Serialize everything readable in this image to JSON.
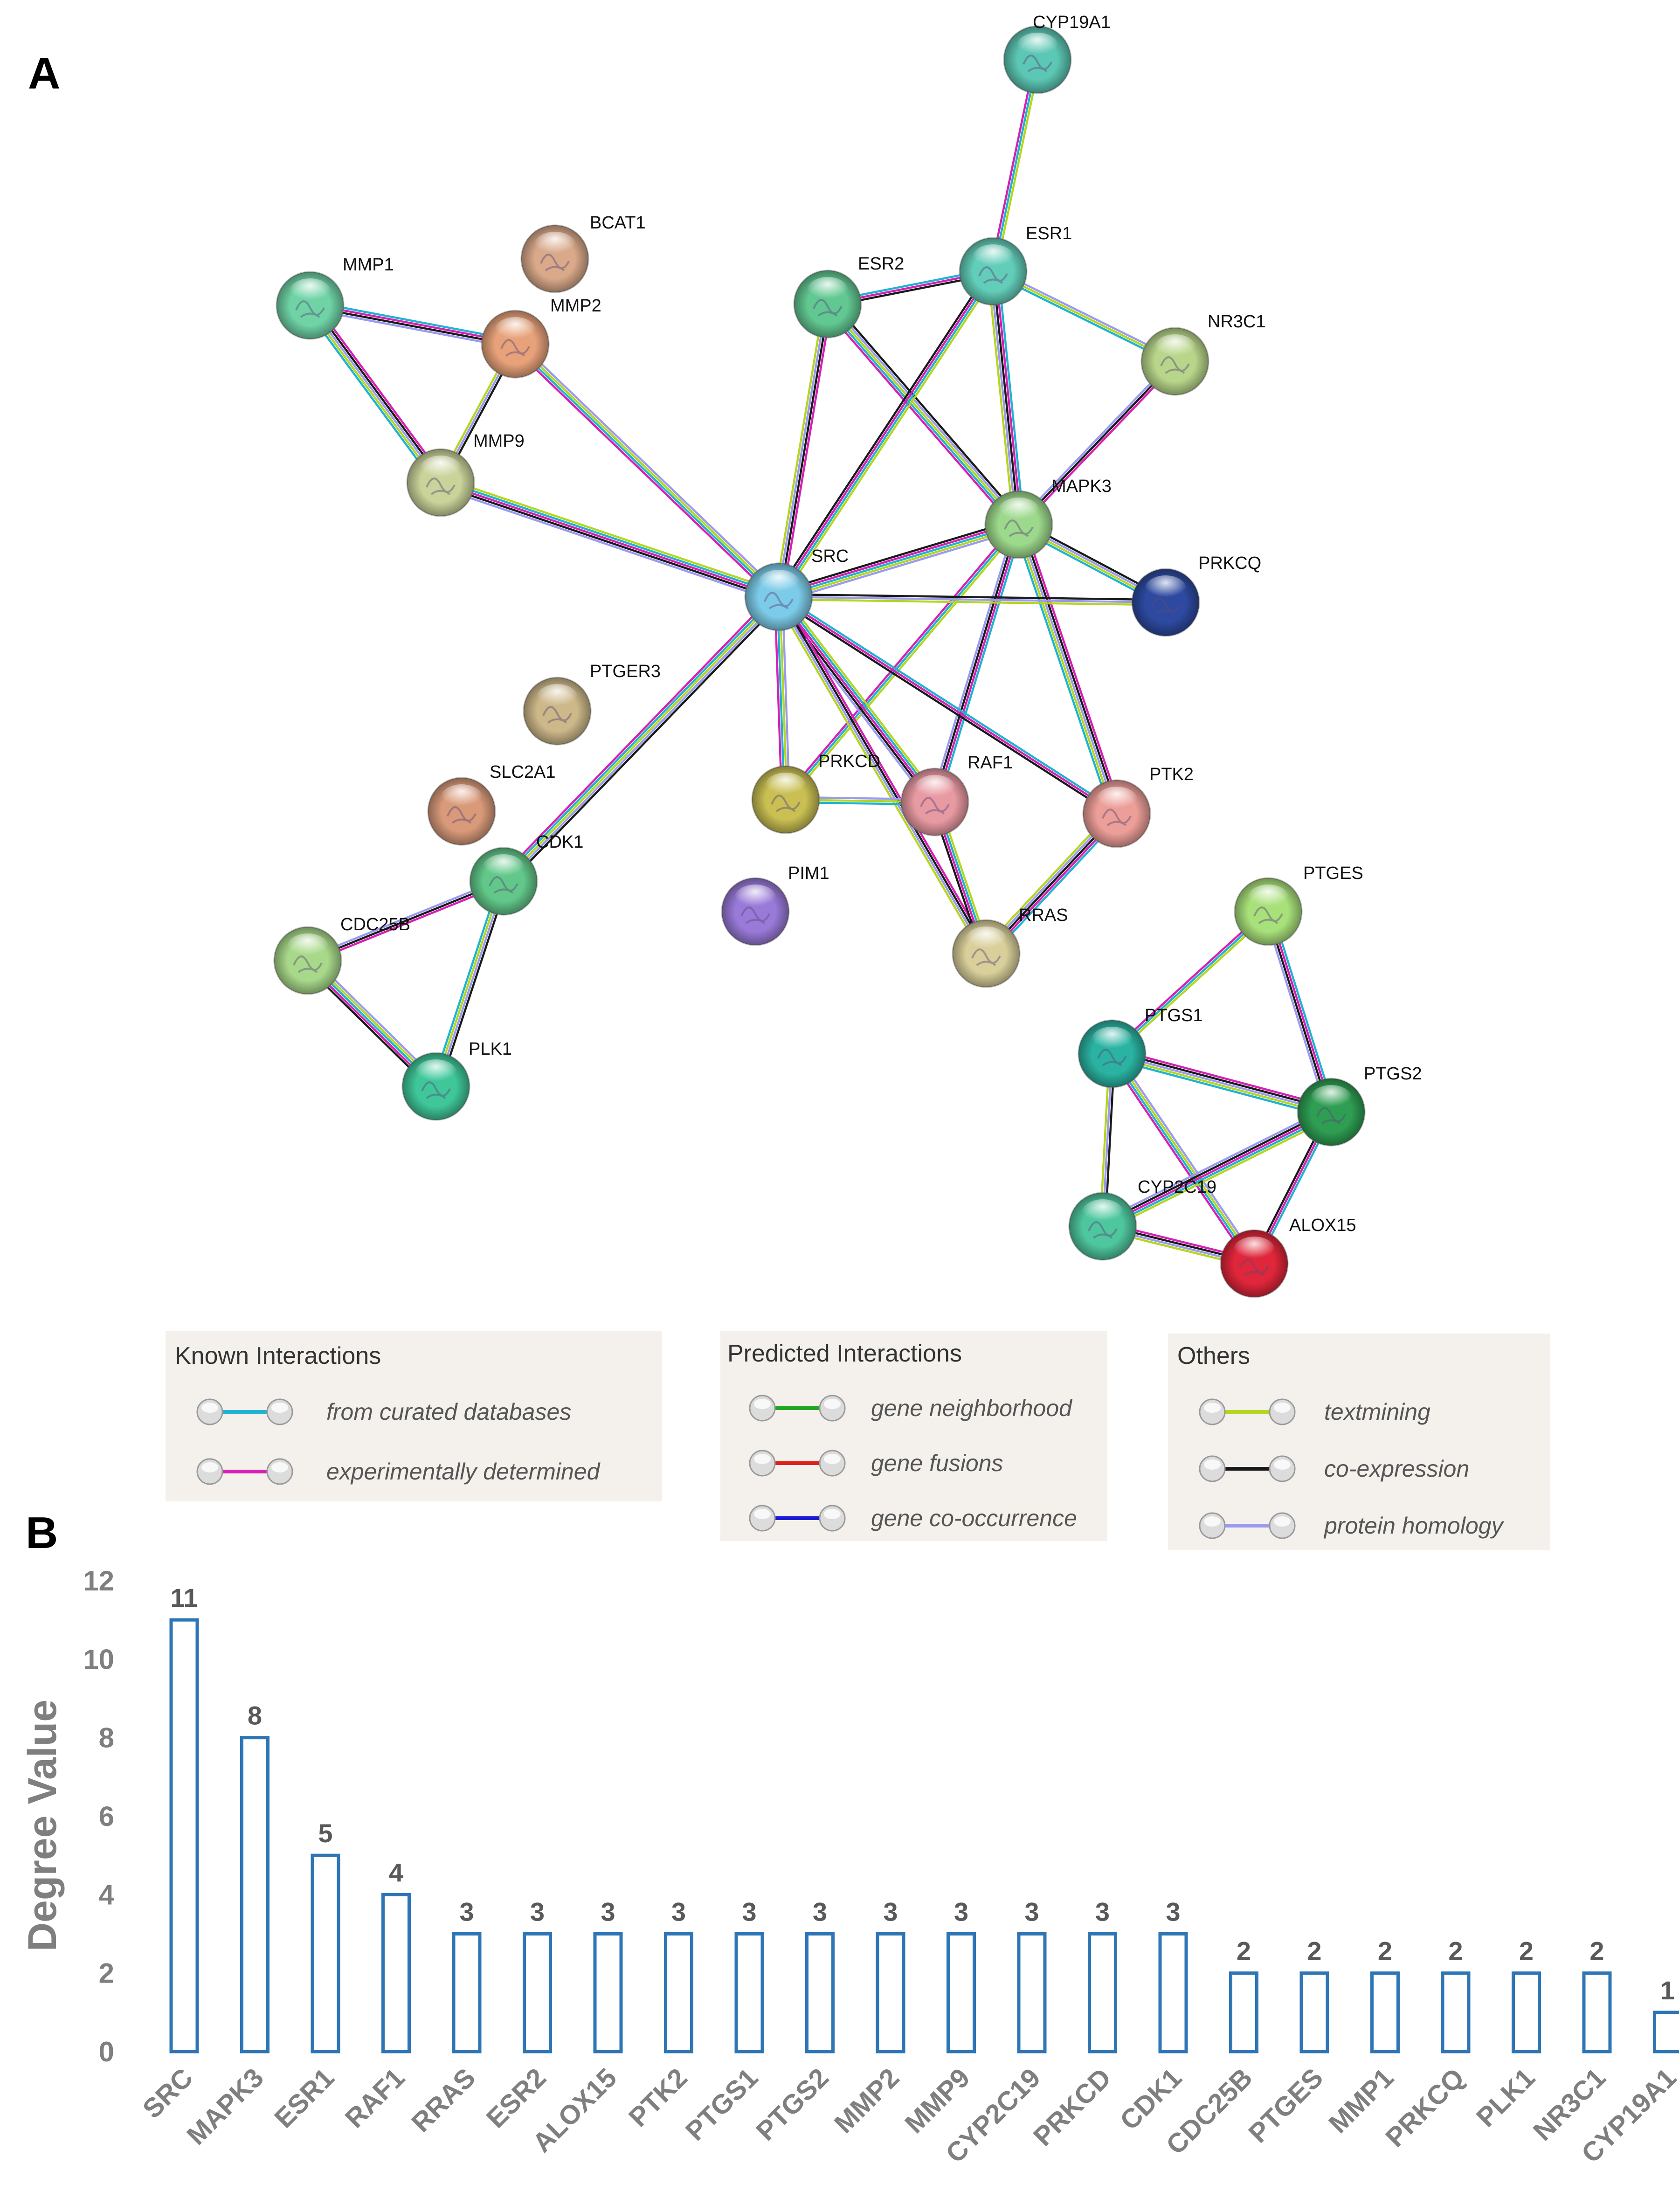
{
  "panels": {
    "a": "A",
    "b": "B"
  },
  "network": {
    "nodes": [
      {
        "id": "CYP19A1",
        "color": "#5cc7b4"
      },
      {
        "id": "BCAT1",
        "color": "#d9a98a"
      },
      {
        "id": "MMP1",
        "color": "#6fd3a6"
      },
      {
        "id": "MMP2",
        "color": "#e8a27a"
      },
      {
        "id": "ESR2",
        "color": "#62c892"
      },
      {
        "id": "ESR1",
        "color": "#62cdb8"
      },
      {
        "id": "NR3C1",
        "color": "#b8d68a"
      },
      {
        "id": "MMP9",
        "color": "#c9d39a"
      },
      {
        "id": "MAPK3",
        "color": "#9dd98c"
      },
      {
        "id": "PRKCQ",
        "color": "#2d4aa0"
      },
      {
        "id": "SRC",
        "color": "#7ccbe8"
      },
      {
        "id": "PTGER3",
        "color": "#cdb88a"
      },
      {
        "id": "SLC2A1",
        "color": "#d99a7a"
      },
      {
        "id": "CDK1",
        "color": "#62c88a"
      },
      {
        "id": "PRKCD",
        "color": "#c9bf52"
      },
      {
        "id": "RAF1",
        "color": "#e89aa2"
      },
      {
        "id": "PTK2",
        "color": "#ec9e98"
      },
      {
        "id": "PIM1",
        "color": "#9a7ad9"
      },
      {
        "id": "CDC25B",
        "color": "#a8d98a"
      },
      {
        "id": "RRAS",
        "color": "#d9cf9a"
      },
      {
        "id": "PTGES",
        "color": "#a8e07a"
      },
      {
        "id": "PTGS1",
        "color": "#2ab3a2"
      },
      {
        "id": "PLK1",
        "color": "#3fc79a"
      },
      {
        "id": "PTGS2",
        "color": "#2e9e52"
      },
      {
        "id": "CYP2C19",
        "color": "#4ec79e"
      },
      {
        "id": "ALOX15",
        "color": "#e0263a"
      }
    ],
    "edges": [
      [
        "CYP19A1",
        "ESR1"
      ],
      [
        "MMP1",
        "MMP2"
      ],
      [
        "MMP1",
        "MMP9"
      ],
      [
        "MMP2",
        "MMP9"
      ],
      [
        "MMP2",
        "SRC"
      ],
      [
        "MMP9",
        "SRC"
      ],
      [
        "ESR2",
        "ESR1"
      ],
      [
        "ESR2",
        "SRC"
      ],
      [
        "ESR2",
        "MAPK3"
      ],
      [
        "ESR1",
        "NR3C1"
      ],
      [
        "ESR1",
        "SRC"
      ],
      [
        "ESR1",
        "MAPK3"
      ],
      [
        "NR3C1",
        "MAPK3"
      ],
      [
        "MAPK3",
        "PRKCQ"
      ],
      [
        "MAPK3",
        "SRC"
      ],
      [
        "MAPK3",
        "PRKCD"
      ],
      [
        "MAPK3",
        "RAF1"
      ],
      [
        "MAPK3",
        "PTK2"
      ],
      [
        "SRC",
        "PRKCQ"
      ],
      [
        "SRC",
        "PRKCD"
      ],
      [
        "SRC",
        "RAF1"
      ],
      [
        "SRC",
        "PTK2"
      ],
      [
        "SRC",
        "RRAS"
      ],
      [
        "SRC",
        "CDK1"
      ],
      [
        "PRKCD",
        "RAF1"
      ],
      [
        "RAF1",
        "RRAS"
      ],
      [
        "PTK2",
        "RRAS"
      ],
      [
        "CDK1",
        "CDC25B"
      ],
      [
        "CDK1",
        "PLK1"
      ],
      [
        "CDC25B",
        "PLK1"
      ],
      [
        "PTGES",
        "PTGS1"
      ],
      [
        "PTGES",
        "PTGS2"
      ],
      [
        "PTGS1",
        "PTGS2"
      ],
      [
        "PTGS1",
        "CYP2C19"
      ],
      [
        "PTGS1",
        "ALOX15"
      ],
      [
        "PTGS2",
        "CYP2C19"
      ],
      [
        "PTGS2",
        "ALOX15"
      ],
      [
        "CYP2C19",
        "ALOX15"
      ]
    ]
  },
  "legend": {
    "known": {
      "title": "Known Interactions",
      "items": [
        {
          "label": "from curated databases",
          "color": "#1fb3d1"
        },
        {
          "label": "experimentally determined",
          "color": "#d61fb4"
        }
      ]
    },
    "predicted": {
      "title": "Predicted Interactions",
      "items": [
        {
          "label": "gene neighborhood",
          "color": "#1fa81f"
        },
        {
          "label": "gene fusions",
          "color": "#e0201a"
        },
        {
          "label": "gene co-occurrence",
          "color": "#1a1ad6"
        }
      ]
    },
    "others": {
      "title": "Others",
      "items": [
        {
          "label": "textmining",
          "color": "#b5d61f"
        },
        {
          "label": "co-expression",
          "color": "#1a1a1a"
        },
        {
          "label": "protein homology",
          "color": "#9a9af0"
        }
      ]
    }
  },
  "chart_data": {
    "type": "bar",
    "ylabel": "Degree Value",
    "ylim": [
      0,
      12
    ],
    "yticks": [
      0,
      2,
      4,
      6,
      8,
      10,
      12
    ],
    "categories": [
      "SRC",
      "MAPK3",
      "ESR1",
      "RAF1",
      "RRAS",
      "ESR2",
      "ALOX15",
      "PTK2",
      "PTGS1",
      "PTGS2",
      "MMP2",
      "MMP9",
      "CYP2C19",
      "PRKCD",
      "CDK1",
      "CDC25B",
      "PTGES",
      "MMP1",
      "PRKCQ",
      "PLK1",
      "NR3C1",
      "CYP19A1"
    ],
    "values": [
      11,
      8,
      5,
      4,
      3,
      3,
      3,
      3,
      3,
      3,
      3,
      3,
      3,
      3,
      3,
      2,
      2,
      2,
      2,
      2,
      2,
      1
    ],
    "bar_color": "#2e75b6",
    "grid": false
  }
}
